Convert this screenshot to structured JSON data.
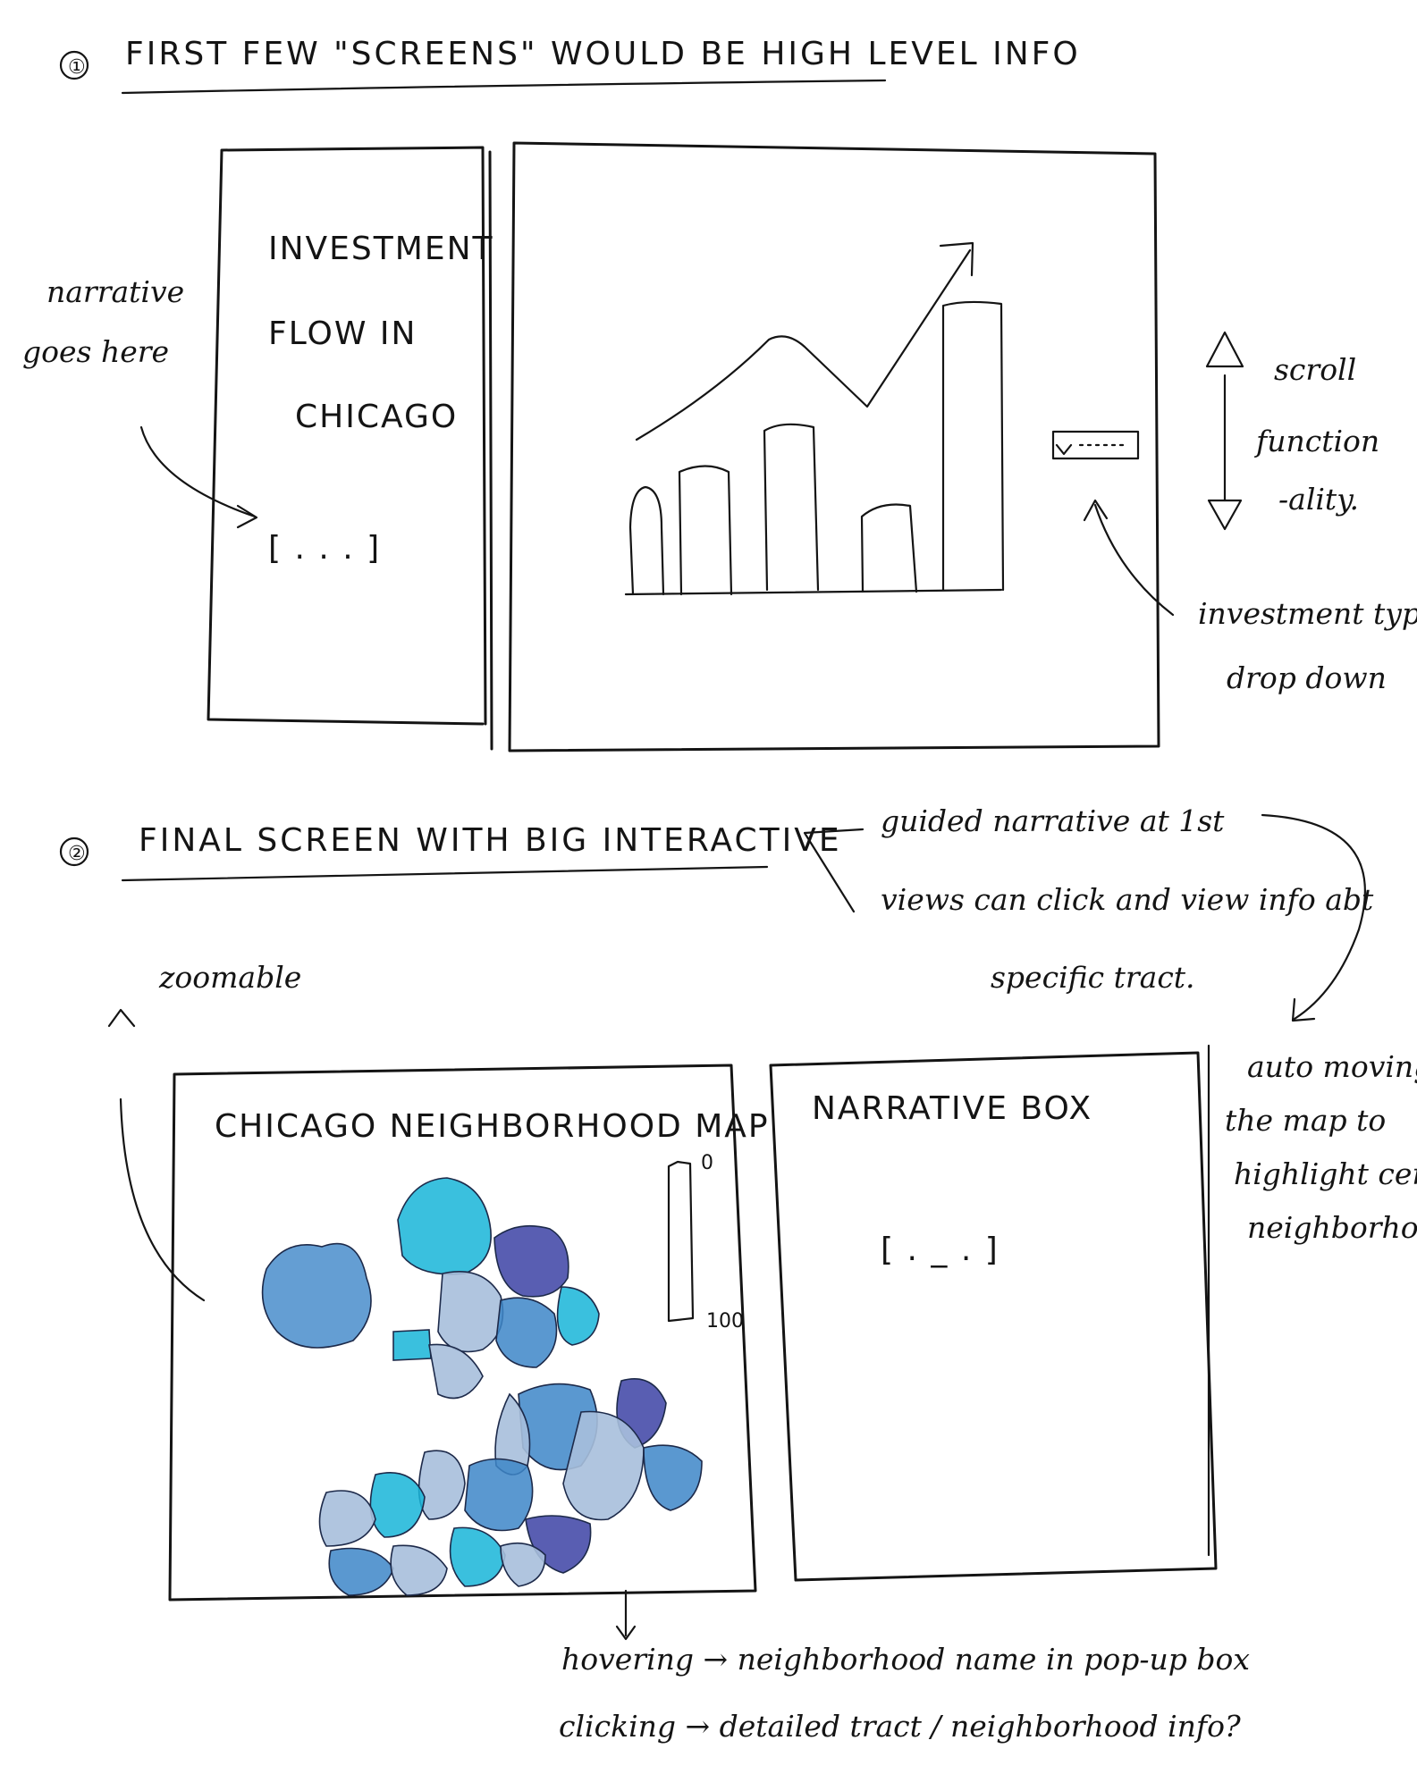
{
  "section1": {
    "marker": "①",
    "heading": "FIRST FEW \"SCREENS\" WOULD BE HIGH LEVEL INFO"
  },
  "screen1": {
    "title_line1": "INVESTMENT",
    "title_line2": "FLOW IN",
    "title_line3": "CHICAGO",
    "placeholder": "[ . . . ]",
    "narrative_note_line1": "narrative",
    "narrative_note_line2": "goes here"
  },
  "chart_panel": {
    "scroll_note_line1": "scroll",
    "scroll_note_line2": "function",
    "scroll_note_line3": "-ality.",
    "dropdown_note_line1": "investment types",
    "dropdown_note_line2": "drop down"
  },
  "section2": {
    "marker": "②",
    "heading": "FINAL SCREEN WITH BIG INTERACTIVE",
    "guided_note_line1": "guided narrative at 1st",
    "guided_note_line2": "views can click and view info abt",
    "guided_note_line3": "specific tract.",
    "zoomable_note": "zoomable"
  },
  "map_panel": {
    "title": "CHICAGO NEIGHBORHOOD MAP",
    "legend_min": "0",
    "legend_max": "100",
    "colors": {
      "light_blue": "#a7bfdc",
      "cyan": "#18b5d8",
      "mid_blue": "#3d86c8",
      "dark_blue": "#3c42a4"
    }
  },
  "narrative_panel": {
    "title": "NARRATIVE BOX",
    "placeholder": "[ . _ . ]",
    "auto_note_line1": "auto moving",
    "auto_note_line2": "the map to",
    "auto_note_line3": "highlight certain",
    "auto_note_line4": "neighborhoods"
  },
  "interaction_notes": {
    "hover": "hovering → neighborhood name in pop-up box",
    "click": "clicking → detailed tract / neighborhood info?"
  }
}
